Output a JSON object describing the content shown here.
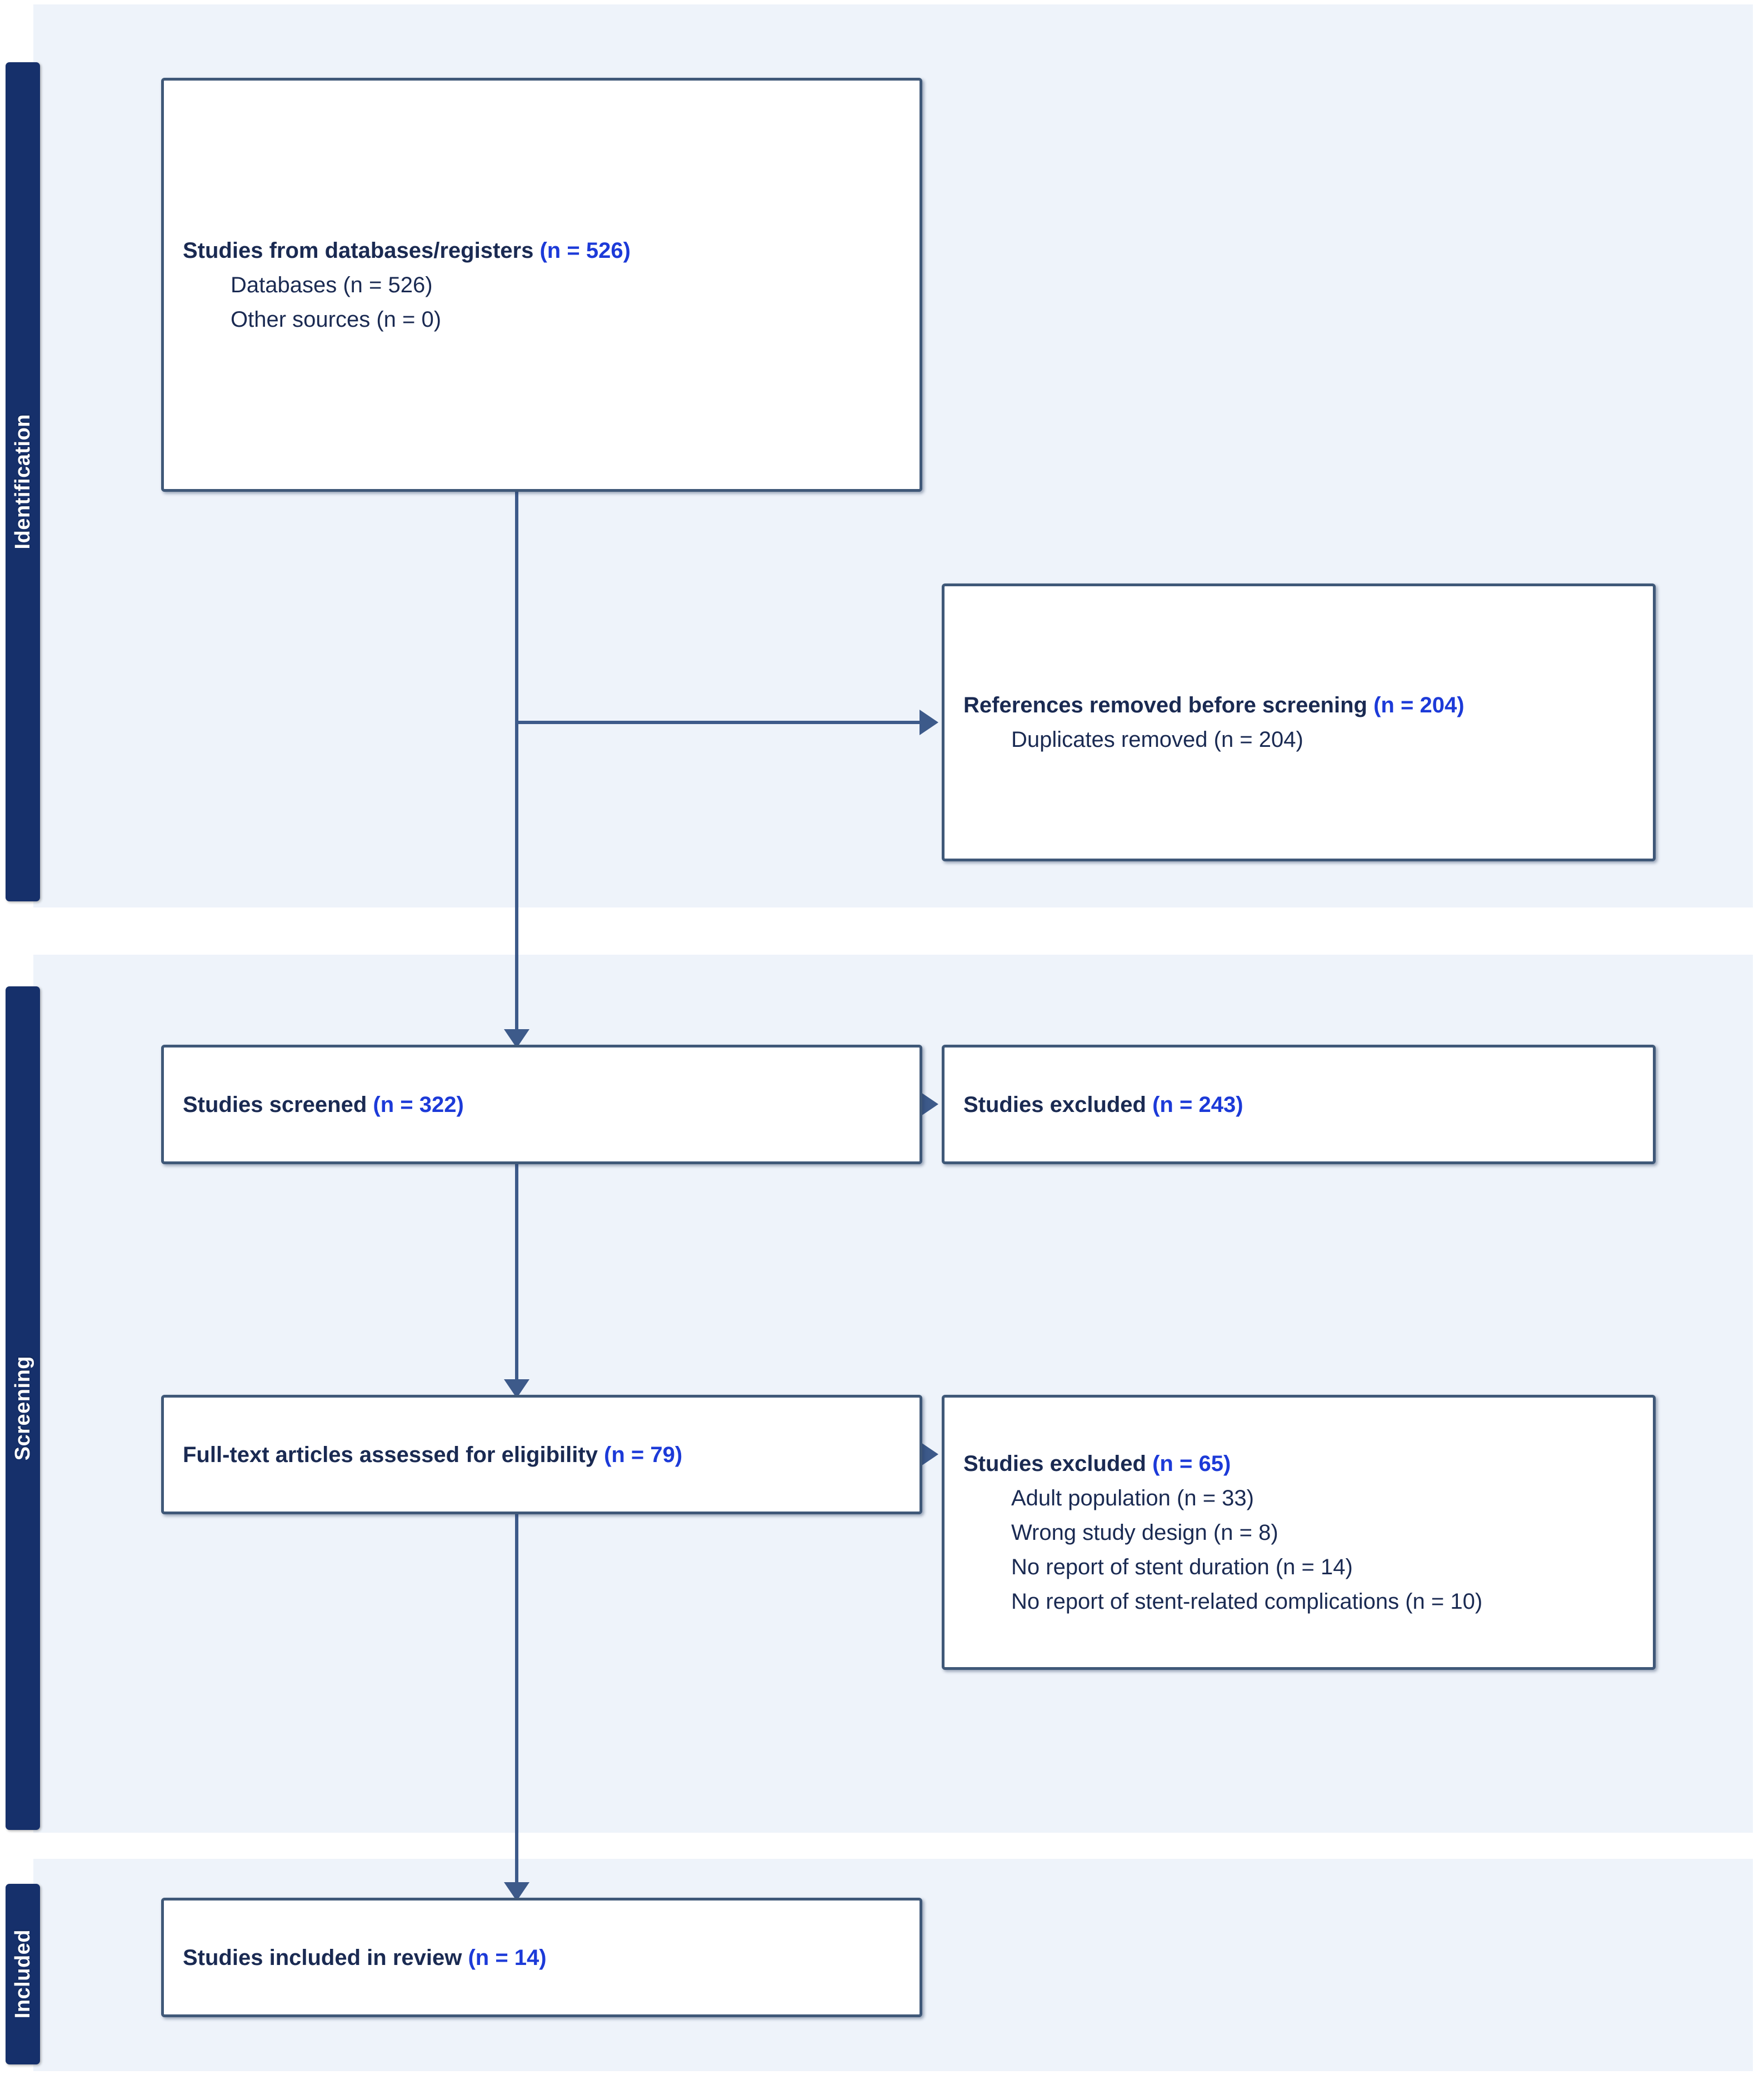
{
  "diagram": {
    "type": "prisma-flow-diagram",
    "phases": [
      {
        "id": "identification",
        "label": "Identification"
      },
      {
        "id": "screening",
        "label": "Screening"
      },
      {
        "id": "included",
        "label": "Included"
      }
    ],
    "colors": {
      "sidebar": "#16306b",
      "band": "#eef3fa",
      "box_border": "#3f5878",
      "connector": "#3d5a8a",
      "text": "#1a2a52",
      "count": "#1c3ad8"
    },
    "boxes": {
      "records": {
        "head_text": "Studies from databases/registers",
        "head_count": "(n = 526)",
        "sub": [
          {
            "text": "Databases",
            "count": "(n = 526)"
          },
          {
            "text": "Other sources",
            "count": "(n = 0)"
          }
        ]
      },
      "removed": {
        "head_text": "References removed before screening",
        "head_count": "(n = 204)",
        "sub": [
          {
            "text": "Duplicates removed",
            "count": "(n = 204)"
          }
        ]
      },
      "screened": {
        "head_text": "Studies screened",
        "head_count": "(n = 322)"
      },
      "excluded_screening": {
        "head_text": "Studies excluded",
        "head_count": "(n = 243)"
      },
      "fulltext": {
        "head_text": "Full-text articles assessed for eligibility",
        "head_count": "(n = 79)"
      },
      "excluded_eligibility": {
        "head_text": "Studies excluded",
        "head_count": "(n = 65)",
        "sub": [
          {
            "text": "Adult population",
            "count": "(n = 33)"
          },
          {
            "text": "Wrong study design",
            "count": "(n = 8)"
          },
          {
            "text": "No report of stent duration",
            "count": "(n = 14)"
          },
          {
            "text": "No report of stent-related complications",
            "count": "(n = 10)"
          }
        ]
      },
      "included": {
        "head_text": "Studies included in review",
        "head_count": "(n = 14)"
      }
    }
  }
}
